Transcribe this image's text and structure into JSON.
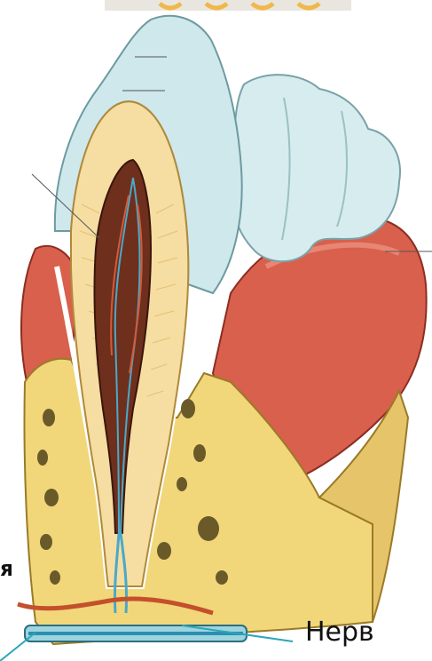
{
  "labels": {
    "nerve": "Нерв",
    "partial_left": "я"
  },
  "colors": {
    "enamel": "#cfe8ec",
    "dentin": "#f6dda2",
    "pulp": "#6e2f1c",
    "gum": "#d9604c",
    "bone": "#f1d77a",
    "nerve_line": "#2aa7b8",
    "vessel": "#c4502c"
  },
  "icons": {
    "diagram": "tooth-cross-section-illustration"
  }
}
